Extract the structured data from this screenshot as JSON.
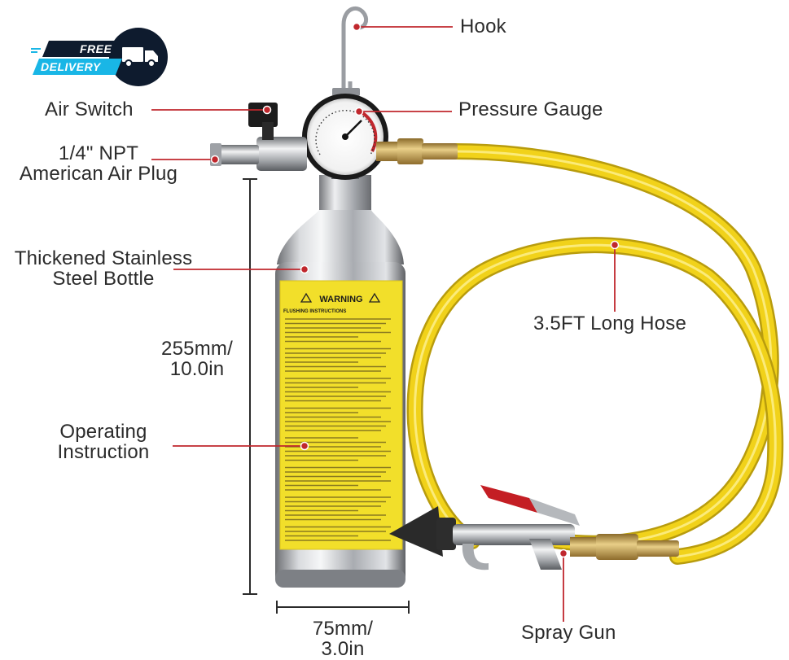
{
  "badge": {
    "line1": "FREE",
    "line2": "DELIVERY",
    "icon": "delivery-truck-icon"
  },
  "labels": {
    "hook": "Hook",
    "air_switch": "Air Switch",
    "plug_line1": "1/4\" NPT",
    "plug_line2": "American Air Plug",
    "pressure_gauge": "Pressure Gauge",
    "bottle_line1": "Thickened Stainless",
    "bottle_line2": "Steel Bottle",
    "height_line1": "255mm/",
    "height_line2": "10.0in",
    "instruction_line1": "Operating",
    "instruction_line2": "Instruction",
    "hose": "3.5FT Long Hose",
    "width_line1": "75mm/",
    "width_line2": "3.0in",
    "spray_gun": "Spray Gun"
  },
  "warning_label": {
    "title": "WARNING",
    "subtitle": "FLUSHING INSTRUCTIONS"
  },
  "colors": {
    "leader_line": "#c0272d",
    "hose": "#f1d21a",
    "warning_label": "#f2df2a",
    "badge_dark": "#0e1b2e",
    "badge_blue": "#19b6e6"
  }
}
